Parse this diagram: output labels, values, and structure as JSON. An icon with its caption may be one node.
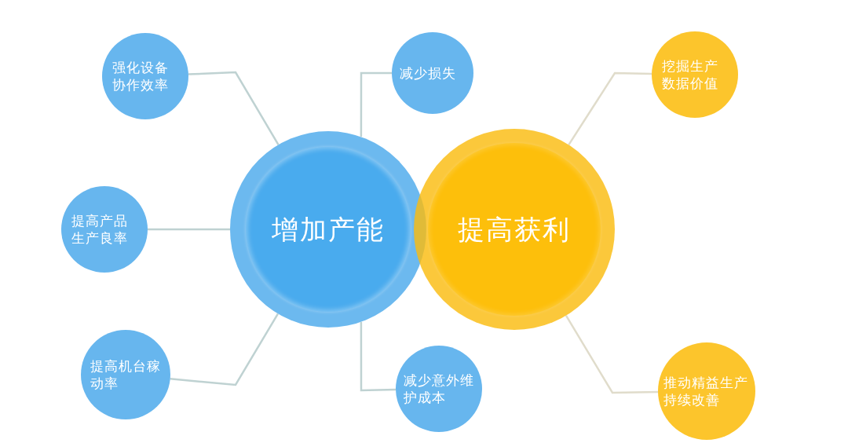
{
  "diagram": {
    "nodes": [
      {
        "text": [
          "增加产能"
        ]
      },
      {
        "text": [
          "提高获利"
        ]
      },
      {
        "text": [
          "强化设备协作效率"
        ]
      },
      {
        "text": [
          "减少损失"
        ]
      },
      {
        "text": [
          "挖掘生产数据价值"
        ]
      },
      {
        "text": [
          "提高产品生产良率"
        ]
      },
      {
        "text": [
          "提高机台稼动率"
        ]
      },
      {
        "text": [
          "减少意外维护成本"
        ]
      },
      {
        "text": [
          "推动精益生产持续改善"
        ]
      }
    ],
    "edges": [
      {
        "from": 0,
        "to": 2,
        "arrow": "none"
      },
      {
        "from": 0,
        "to": 3,
        "arrow": "none"
      },
      {
        "from": 0,
        "to": 5,
        "arrow": "none"
      },
      {
        "from": 0,
        "to": 6,
        "arrow": "none"
      },
      {
        "from": 0,
        "to": 7,
        "arrow": "none"
      },
      {
        "from": 1,
        "to": 4,
        "arrow": "none",
        "color": "#e0dccb"
      },
      {
        "from": 1,
        "to": 8,
        "arrow": "none",
        "color": "#e0dccb"
      }
    ]
  }
}
